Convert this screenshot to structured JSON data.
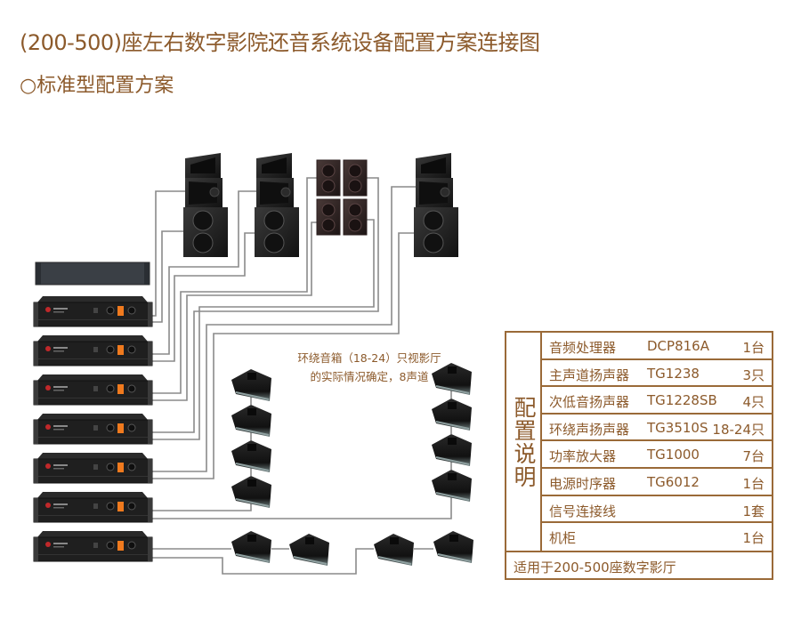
{
  "header": {
    "title": "(200-500)座左右数字影院还音系统设备配置方案连接图",
    "subtitle": "○标准型配置方案"
  },
  "diagram": {
    "note_line1": "环绕音箱（18-24）只视影厅",
    "note_line2": "的实际情况确定，8声道",
    "equipment": {
      "main_speakers": 3,
      "subwoofer_cabinets": 4,
      "amplifiers": 7,
      "power_sequencer": 1,
      "surround_speakers_shown": 12
    },
    "colors": {
      "accent": "#8c5a2b",
      "table_border": "#9a6a38",
      "wire": "#808080",
      "device": "#1f1f1f",
      "amp_display": "#f07a1e",
      "amp_logo": "#c0282a"
    }
  },
  "spec_table": {
    "side_label": "配置说明",
    "rows": [
      {
        "item": "音频处理器",
        "model": "DCP816A",
        "qty": "1台"
      },
      {
        "item": "主声道扬声器",
        "model": "TG1238",
        "qty": "3只"
      },
      {
        "item": "次低音扬声器",
        "model": "TG1228SB",
        "qty": "4只"
      },
      {
        "item": "环绕声扬声器",
        "model": "TG3510S",
        "qty": "18-24只"
      },
      {
        "item": "功率放大器",
        "model": "TG1000",
        "qty": "7台"
      },
      {
        "item": "电源时序器",
        "model": "TG6012",
        "qty": "1台"
      },
      {
        "item": "信号连接线",
        "model": "",
        "qty": "1套"
      },
      {
        "item": "机柜",
        "model": "",
        "qty": "1台"
      }
    ],
    "footer": "适用于200-500座数字影厅"
  }
}
